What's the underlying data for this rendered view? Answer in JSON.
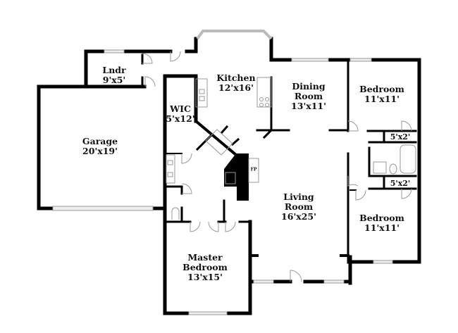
{
  "rooms": {
    "laundry": {
      "name": "Lndr",
      "size": "9'x5'"
    },
    "garage": {
      "name": "Garage",
      "size": "20'x19'"
    },
    "wic": {
      "name": "WIC",
      "size": "5'x12'"
    },
    "kitchen": {
      "name": "Kitchen",
      "size": "12'x16'"
    },
    "dining": {
      "name1": "Dining",
      "name2": "Room",
      "size": "13'x11'"
    },
    "bedroom1": {
      "name": "Bedroom",
      "size": "11'x11'"
    },
    "closet1": {
      "size": "5'x2'"
    },
    "closet2": {
      "size": "5'x2'"
    },
    "bedroom2": {
      "name": "Bedroom",
      "size": "11'x11'"
    },
    "living": {
      "name1": "Living",
      "name2": "Room",
      "size": "16'x25'"
    },
    "master": {
      "name1": "Master",
      "name2": "Bedroom",
      "size": "13'x15'"
    },
    "fireplace": {
      "label": "FP"
    }
  },
  "colors": {
    "wall": "#000000",
    "window": "#d8d8d8",
    "fixture": "#999999"
  }
}
